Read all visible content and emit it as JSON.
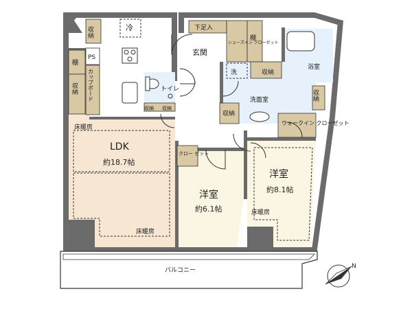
{
  "plan": {
    "storage_1": "収納",
    "fridge": "冷",
    "shelf": "棚",
    "ps": "PS",
    "cupboard": "カップボード",
    "floor_heating_1": "床暖房",
    "ldk_name": "LDK",
    "ldk_size": "約18.7帖",
    "floor_heating_2": "床暖房",
    "toilet": "トイレ",
    "storage_toilet_a": "収納",
    "storage_toilet_b": "収納",
    "shoe_step": "下足入",
    "shoe_closet": "シューズイン クローゼット",
    "shelf_2": "棚",
    "entrance": "玄関",
    "washer": "洗",
    "storage_wash": "収納",
    "bath": "浴室",
    "washroom": "洗面室",
    "storage_right": "収納",
    "storage_corr": "収納",
    "wic": "ウォークイン クローゼット",
    "closet_label": "クロー ゼット",
    "room1_name": "洋室",
    "room1_size": "約6.1帖",
    "room2_name": "洋室",
    "room2_size": "約8.1帖",
    "floor_heating_3": "床暖房",
    "balcony": "バルコニー",
    "north": "N"
  },
  "colors": {
    "wall": "#6b6b6b",
    "ldk_floor": "#f7e6d2",
    "room_floor": "#fbf5e3",
    "wet_floor": "#e6f1fb",
    "storage": "#d8c8a4",
    "balcony": "#ffffff"
  }
}
